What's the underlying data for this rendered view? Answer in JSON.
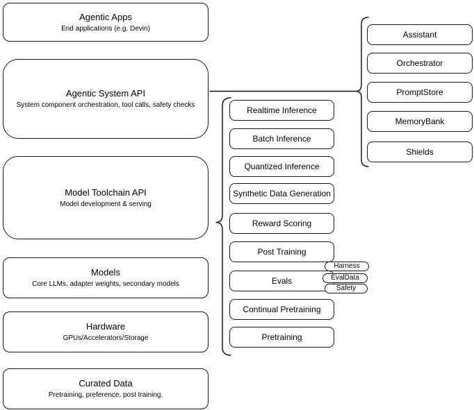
{
  "diagram": {
    "stack": [
      {
        "title": "Agentic Apps",
        "subtitle": "End applications (e.g. Devin)"
      },
      {
        "title": "Agentic System API",
        "subtitle": "System component orchestration, tool calls, safety checks"
      },
      {
        "title": "Model Toolchain API",
        "subtitle": "Model development & serving"
      },
      {
        "title": "Models",
        "subtitle": "Core LLMs, adapter weights, secondary models"
      },
      {
        "title": "Hardware",
        "subtitle": "GPUs/Accelerators/Storage"
      },
      {
        "title": "Curated Data",
        "subtitle": "Pretraining, preference, post training."
      }
    ],
    "toolchain_apis": [
      {
        "label": "Realtime Inference"
      },
      {
        "label": "Batch Inference"
      },
      {
        "label": "Quantized Inference"
      },
      {
        "label": "Synthetic Data Generation"
      },
      {
        "label": "Reward Scoring"
      },
      {
        "label": "Post Training"
      },
      {
        "label": "Evals"
      },
      {
        "label": "Continual Pretraining"
      },
      {
        "label": "Pretraining"
      }
    ],
    "evals_tags": [
      {
        "label": "Harness"
      },
      {
        "label": "EvalData"
      },
      {
        "label": "Safety"
      }
    ],
    "system_components": [
      {
        "label": "Assistant"
      },
      {
        "label": "Orchestrator"
      },
      {
        "label": "PromptStore"
      },
      {
        "label": "MemoryBank"
      },
      {
        "label": "Shields"
      }
    ],
    "colors": {
      "stroke": "#161616",
      "background": "#ffffff",
      "text": "#000000"
    }
  }
}
